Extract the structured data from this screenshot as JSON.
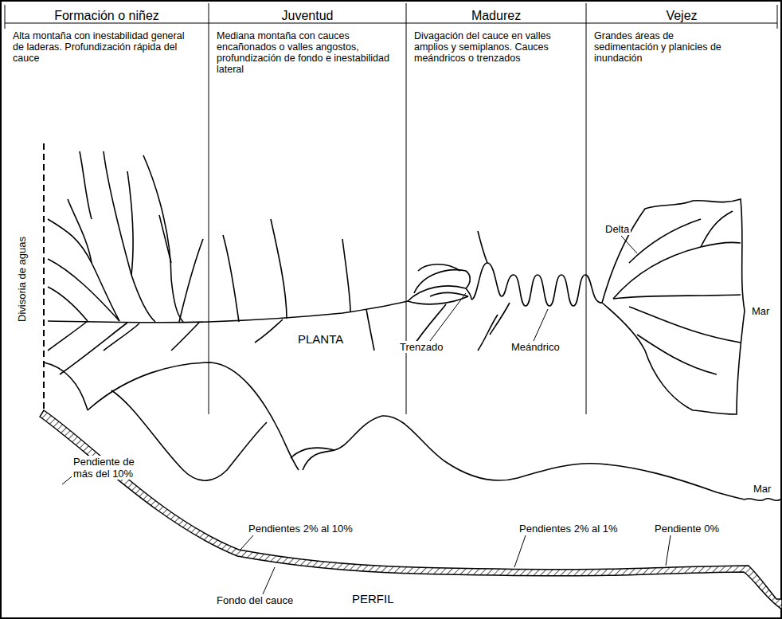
{
  "diagram": {
    "nodes": [
      {
        "text": [
          "Formación o niñez",
          "Alta montaña con inestabilidad general de laderas. Profundización rápida del cauce"
        ]
      },
      {
        "text": [
          "Juventud",
          "Mediana montaña con cauces encañonados o valles angostos, profundización de fondo e inestabilidad lateral"
        ]
      },
      {
        "text": [
          "Madurez",
          "Divagación del cauce en valles amplios y semiplanos. Cauces meándricos o trenzados"
        ]
      },
      {
        "text": [
          "Vejez",
          "Grandes áreas de sedimentación y planicies de inundación"
        ]
      }
    ],
    "labels": [
      "Divisoria de aguas",
      "Delta",
      "Mar",
      "PLANTA",
      "Trenzado",
      "Meándrico",
      "Pendiente de más del 10%",
      "Pendientes 2% al 10%",
      "Pendientes 2% al 1%",
      "Pendiente 0%",
      "Mar",
      "Fondo del cauce",
      "PERFIL"
    ]
  }
}
